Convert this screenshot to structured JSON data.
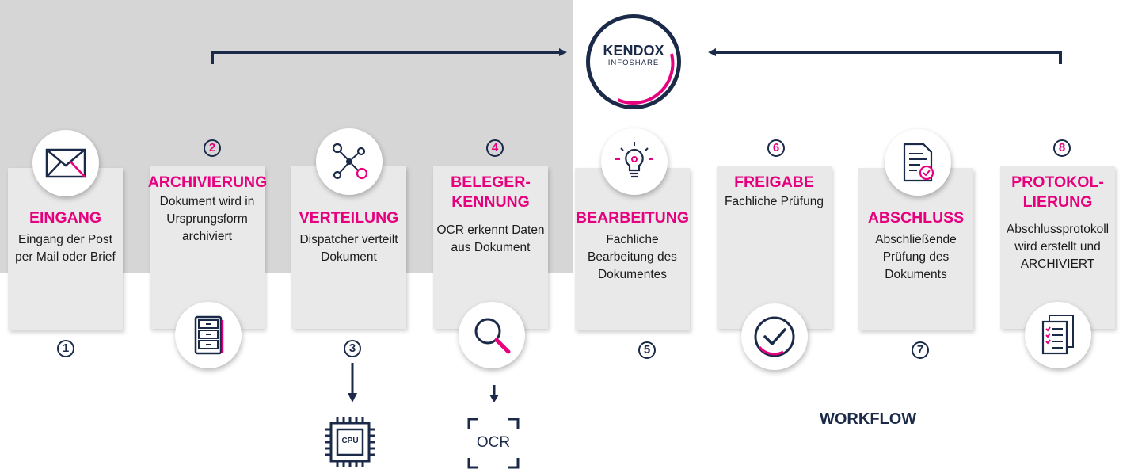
{
  "logo": {
    "brand": "KENDOX",
    "product": "INFOSHARE"
  },
  "colors": {
    "navy": "#1b2a48",
    "magenta": "#e6007e",
    "card": "#e9e9e9",
    "workflow_bg": "#d6d6d6"
  },
  "steps": [
    {
      "number": "1",
      "title": "EINGANG",
      "description": "Eingang der Post\nper Mail oder Brief",
      "icon": "envelope-icon"
    },
    {
      "number": "2",
      "title": "ARCHIVIERUNG",
      "description": "Dokument wird in\nUrsprungsform\narchiviert",
      "icon": "file-cabinet-icon"
    },
    {
      "number": "3",
      "title": "VERTEILUNG",
      "description": "Dispatcher verteilt\nDokument",
      "icon": "network-nodes-icon",
      "extra_icon": "cpu-icon"
    },
    {
      "number": "4",
      "title_line1": "BELEGER-",
      "title_line2": "KENNUNG",
      "description": "OCR erkennt Daten\naus Dokument",
      "icon": "magnifier-icon",
      "extra_icon": "ocr-icon"
    },
    {
      "number": "5",
      "title": "BEARBEITUNG",
      "description": "Fachliche\nBearbeitung des\nDokumentes",
      "icon": "lightbulb-icon"
    },
    {
      "number": "6",
      "title": "FREIGABE",
      "description": "Fachliche Prüfung",
      "icon": "checkmark-circle-icon"
    },
    {
      "number": "7",
      "title": "ABSCHLUSS",
      "description": "Abschließende\nPrüfung des\nDokuments",
      "icon": "document-check-icon"
    },
    {
      "number": "8",
      "title_line1": "PROTOKOL-",
      "title_line2": "LIERUNG",
      "description": "Abschlussprotokoll\nwird erstellt und\nARCHIVIERT",
      "icon": "checklist-icon"
    }
  ],
  "workflow_label": "WORKFLOW",
  "cpu_label": "CPU",
  "ocr_label": "OCR"
}
